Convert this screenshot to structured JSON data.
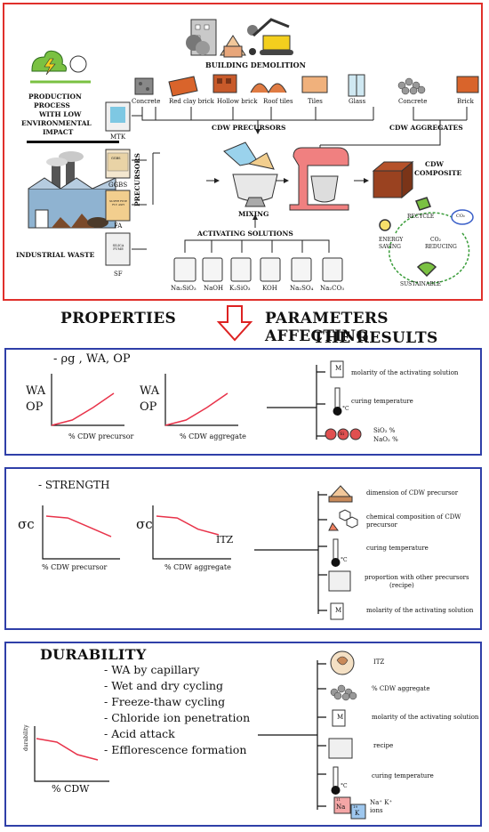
{
  "top": {
    "building_demolition": "BUILDING DEMOLITION",
    "production": [
      "PRODUCTION",
      "PROCESS",
      "WITH LOW",
      "ENVIRONMENTAL",
      "IMPACT"
    ],
    "industrial_waste": "INDUSTRIAL WASTE",
    "precursor_bags": [
      "MTK",
      "GGBS",
      "FA",
      "SF"
    ],
    "bag_texts": {
      "ggbs": "GGBS",
      "fa": "SUPER FINE FLY ASH",
      "sf": "SILICA FUME"
    },
    "precursors_vertical": "PRECURSORS",
    "materials": [
      "Concrete",
      "Red clay brick",
      "Hollow brick",
      "Roof tiles",
      "Tiles",
      "Glass"
    ],
    "aggregates": [
      "Concrete",
      "Brick"
    ],
    "cdw_precursors": "CDW PRECURSORS",
    "cdw_aggregates": "CDW AGGREGATES",
    "mixing": "MIXING",
    "cdw_composite": [
      "CDW",
      "COMPOSITE"
    ],
    "activating_solutions": "ACTIVATING SOLUTIONS",
    "solutions": [
      "Na₂SiO₃",
      "NaOH",
      "K₂SiO₃",
      "KOH",
      "Na₂SO₄",
      "Na₂CO₃"
    ],
    "cycle": {
      "recycle": "RECYCLE",
      "energy": [
        "ENERGY",
        "SAVING"
      ],
      "co2": [
        "CO₂",
        "REDUCING"
      ],
      "sustainable": "SUSTAINABLE",
      "co2_icon": "CO₂"
    }
  },
  "headings": {
    "properties": "PROPERTIES",
    "parameters": [
      "PARAMETERS AFFECTING",
      "THE RESULTS"
    ]
  },
  "box1": {
    "title": "- ρg , WA, OP",
    "y_labels": [
      "WA",
      "OP"
    ],
    "x1": "% CDW precursor",
    "x2": "% CDW aggregate",
    "params": [
      "molarity of the activating solution",
      "curing temperature"
    ],
    "sio2": "SiO₂ %",
    "nao2": "NaO₂ %",
    "m_letter": "M",
    "c_unit": "°C",
    "si_label": "Si"
  },
  "box2": {
    "title": "- STRENGTH",
    "y_label": "σc",
    "x1": "% CDW precursor",
    "x2": "% CDW aggregate",
    "itz": "ITZ",
    "params": [
      "dimension of CDW precursor",
      "chemical composition of CDW",
      "precursor",
      "curing temperature",
      "proportion with other precursors",
      "(recipe)",
      "molarity of the activating solution"
    ],
    "m_letter": "M",
    "c_unit": "°C"
  },
  "box3": {
    "title": "DURABILITY",
    "items": [
      "- WA by capillary",
      "- Wet and dry cycling",
      "- Freeze-thaw cycling",
      "- Chloride ion penetration",
      "- Acid attack",
      "- Efflorescence formation"
    ],
    "y_label": "durability",
    "x_label": "% CDW",
    "params": [
      "ITZ",
      "% CDW aggregate",
      "molarity of the activating solution",
      "recipe",
      "curing temperature"
    ],
    "ions": [
      "Na⁺ K⁺",
      "ions"
    ],
    "na_sym": "Na",
    "k_sym": "K",
    "na_num": "11",
    "k_num": "19",
    "m_letter": "M",
    "c_unit": "°C"
  },
  "chart_data": [
    {
      "type": "line",
      "title": "- ρg , WA, OP",
      "xlabel": "% CDW precursor",
      "ylabel": "WA OP",
      "series": [
        {
          "values": [
            1.0,
            1.15,
            1.5,
            1.9
          ]
        }
      ]
    },
    {
      "type": "line",
      "title": "- ρg , WA, OP",
      "xlabel": "% CDW aggregate",
      "ylabel": "WA OP",
      "series": [
        {
          "values": [
            1.0,
            1.15,
            1.5,
            1.9
          ]
        }
      ]
    },
    {
      "type": "line",
      "title": "- STRENGTH",
      "xlabel": "% CDW precursor",
      "ylabel": "σc",
      "series": [
        {
          "values": [
            1.0,
            0.95,
            0.7,
            0.45
          ]
        }
      ]
    },
    {
      "type": "line",
      "title": "- STRENGTH",
      "xlabel": "% CDW aggregate",
      "ylabel": "σc",
      "series": [
        {
          "values": [
            1.0,
            0.95,
            0.65,
            0.5
          ]
        }
      ]
    },
    {
      "type": "line",
      "title": "DURABILITY",
      "xlabel": "% CDW",
      "ylabel": "durability",
      "series": [
        {
          "values": [
            1.0,
            0.9,
            0.55,
            0.4
          ]
        }
      ]
    }
  ],
  "colors": {
    "red": "#e0302b",
    "blue": "#2f3fa8",
    "curve": "#e8334a"
  }
}
